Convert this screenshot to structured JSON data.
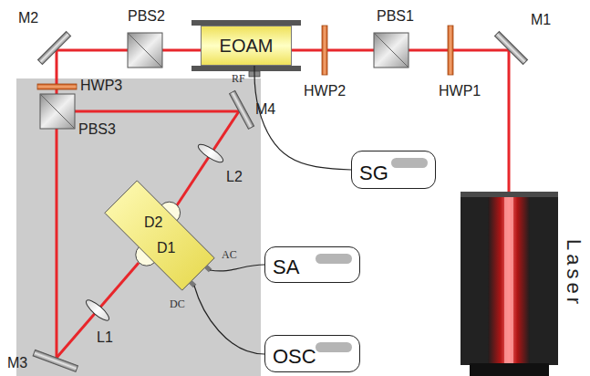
{
  "diagram": {
    "nodes": [
      {
        "text": [
          "EOAM"
        ]
      },
      {
        "text": [
          "SG"
        ]
      },
      {
        "text": [
          "Laser"
        ]
      },
      {
        "text": [
          "SA"
        ]
      },
      {
        "text": [
          "OSC"
        ]
      }
    ],
    "edges": [
      {
        "from": 0,
        "to": 1,
        "arrow": "none"
      }
    ],
    "labels": [
      "M2",
      "PBS2",
      "PBS1",
      "M1",
      "HWP2",
      "HWP1",
      "RF",
      "HWP3",
      "PBS3",
      "M4",
      "L2",
      "D2",
      "D1",
      "AC",
      "DC",
      "L1",
      "M3"
    ]
  }
}
